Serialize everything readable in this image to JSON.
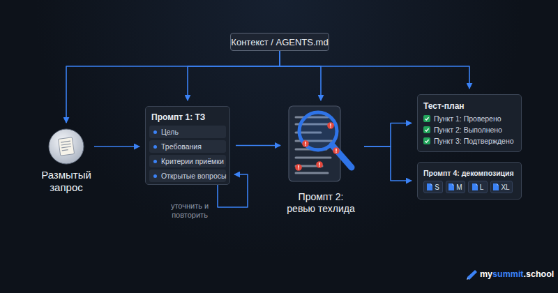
{
  "diagram": {
    "nodes": [
      {
        "text": [
          "Контекст / AGENTS.md"
        ]
      },
      {
        "text": [
          "Размытый запрос"
        ]
      },
      {
        "text": [
          "Промпт 1: ТЗ"
        ]
      },
      {
        "text": [
          "Цель"
        ],
        "in": 2
      },
      {
        "text": [
          "Требования"
        ],
        "in": 2
      },
      {
        "text": [
          "Критерии приёмки"
        ],
        "in": 2
      },
      {
        "text": [
          "Открытые вопросы"
        ],
        "in": 2
      },
      {
        "text": [
          "Промпт 2: ревью техлида"
        ]
      },
      {
        "text": [
          "Тест-план",
          "Пункт 1: Проверено",
          "Пункт 2: Выполнено",
          "Пункт 3: Подтверждено"
        ]
      },
      {
        "text": [
          "Промпт 4: декомпозиция"
        ]
      },
      {
        "text": [
          "S"
        ],
        "in": 9
      },
      {
        "text": [
          "M"
        ],
        "in": 9
      },
      {
        "text": [
          "L"
        ],
        "in": 9
      },
      {
        "text": [
          "XL"
        ],
        "in": 9
      }
    ],
    "edges": [
      {
        "from": 0,
        "to": 1,
        "arrow": "to"
      },
      {
        "from": 0,
        "to": 2,
        "arrow": "to"
      },
      {
        "from": 0,
        "to": 7,
        "arrow": "to"
      },
      {
        "from": 0,
        "to": 8,
        "arrow": "to"
      },
      {
        "from": 1,
        "to": 2,
        "arrow": "to"
      },
      {
        "from": 2,
        "to": 2,
        "label": "уточнить и повторить",
        "arrow": "to"
      },
      {
        "from": 2,
        "to": 7,
        "arrow": "to"
      },
      {
        "from": 7,
        "to": 8,
        "arrow": "to"
      },
      {
        "from": 7,
        "to": 9,
        "arrow": "to"
      }
    ],
    "labels": [
      "my",
      "summit",
      ".school"
    ]
  }
}
